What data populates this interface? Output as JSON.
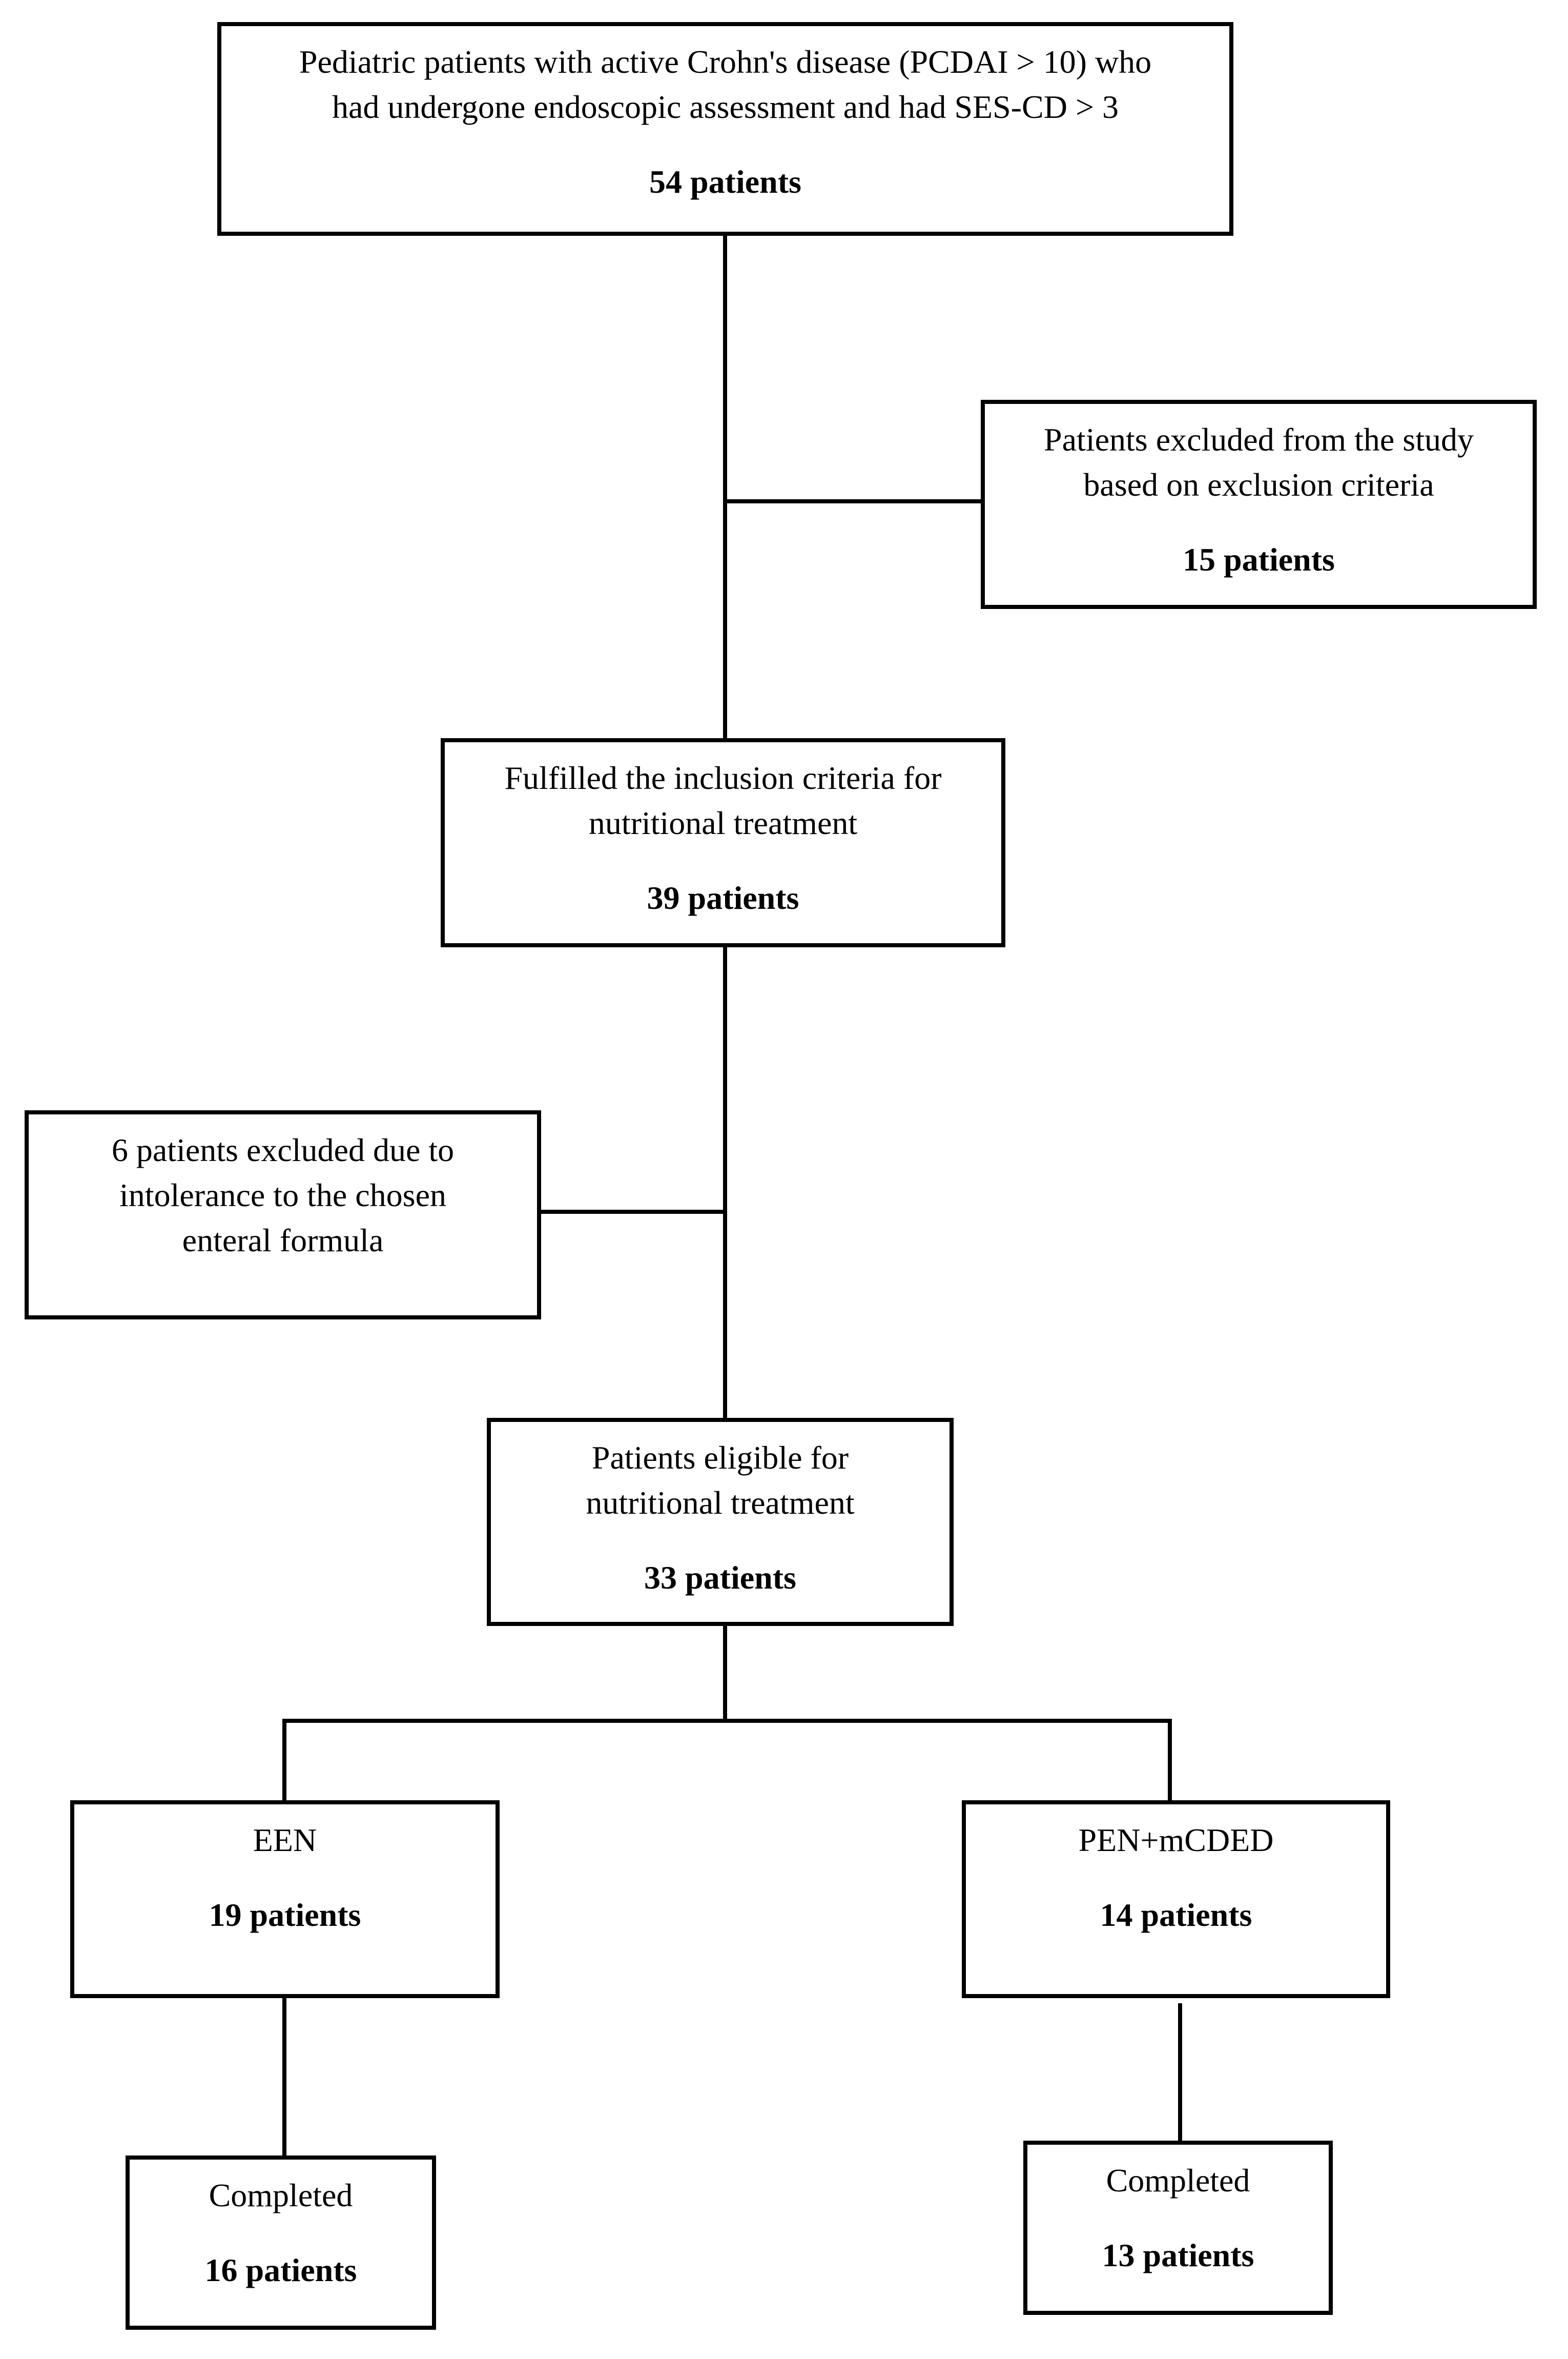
{
  "boxes": {
    "screened": {
      "lines": [
        "Pediatric patients with active Crohn's disease (PCDAI > 10) who",
        "had undergone endoscopic assessment and had SES-CD > 3"
      ],
      "count": "54 patients"
    },
    "excluded_criteria": {
      "lines": [
        "Patients excluded from the study",
        "based on exclusion criteria"
      ],
      "count": "15 patients"
    },
    "inclusion": {
      "lines": [
        "Fulfilled the inclusion criteria for",
        "nutritional treatment"
      ],
      "count": "39 patients"
    },
    "intolerance": {
      "lines": [
        "6 patients excluded due to",
        "intolerance to the chosen",
        "enteral formula"
      ]
    },
    "eligible": {
      "lines": [
        "Patients eligible for",
        "nutritional treatment"
      ],
      "count": "33 patients"
    },
    "een": {
      "lines": [
        "EEN"
      ],
      "count": "19 patients"
    },
    "pen": {
      "lines": [
        "PEN+mCDED"
      ],
      "count": "14 patients"
    },
    "een_completed": {
      "lines": [
        "Completed"
      ],
      "count": "16 patients"
    },
    "pen_completed": {
      "lines": [
        "Completed"
      ],
      "count": "13 patients"
    }
  }
}
